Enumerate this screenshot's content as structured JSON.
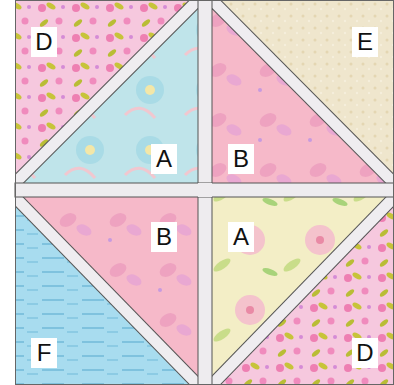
{
  "diagram": {
    "labels": [
      "D",
      "E",
      "A",
      "B",
      "B",
      "A",
      "F",
      "D"
    ]
  }
}
